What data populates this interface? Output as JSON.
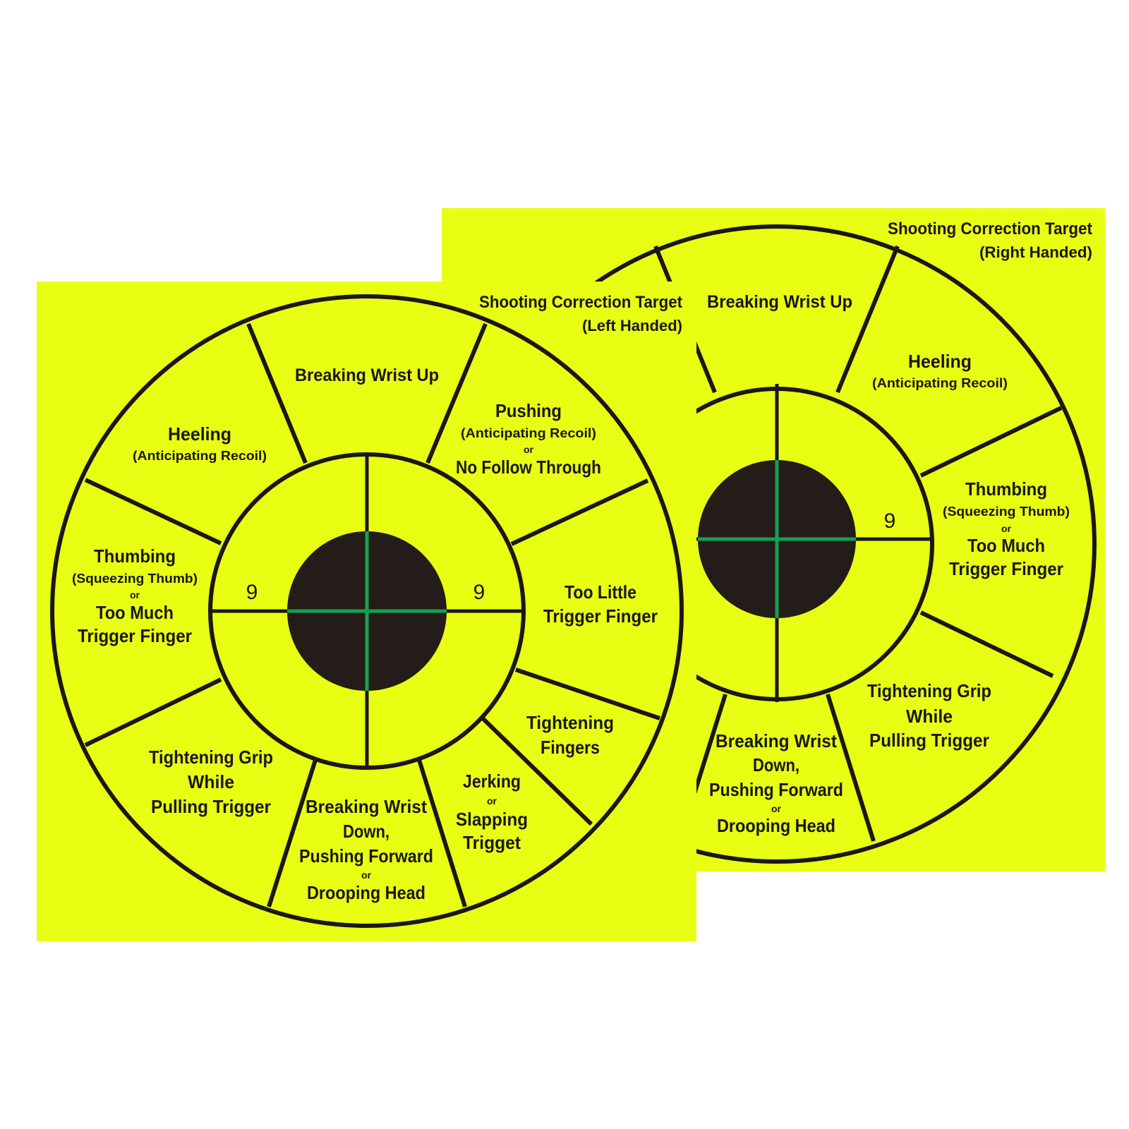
{
  "colors": {
    "sheet": "#e8ff14",
    "line": "#1a1714",
    "bullseye": "#231c19",
    "cross": "#14a050",
    "background": "#ffffff"
  },
  "left_target": {
    "title": "Shooting Correction Target",
    "subtitle": "(Left Handed)",
    "ring_number_left": "9",
    "ring_number_right": "9",
    "sectors": {
      "top": [
        "Breaking Wrist Up"
      ],
      "upper_right": [
        "Pushing",
        "(Anticipating Recoil)",
        "or",
        "No Follow Through"
      ],
      "right": [
        "Too Little",
        "Trigger Finger"
      ],
      "lower_right": [
        "Tightening",
        "Fingers"
      ],
      "bottom_right": [
        "Jerking",
        "or",
        "Slapping",
        "Trigget"
      ],
      "bottom": [
        "Breaking Wrist",
        "Down,",
        "Pushing Forward",
        "or",
        "Drooping Head"
      ],
      "lower_left": [
        "Tightening Grip",
        "While",
        "Pulling Trigger"
      ],
      "left": [
        "Thumbing",
        "(Squeezing Thumb)",
        "or",
        "Too Much",
        "Trigger Finger"
      ],
      "upper_left": [
        "Heeling",
        "(Anticipating Recoil)"
      ]
    }
  },
  "right_target": {
    "title": "Shooting Correction Target",
    "subtitle": "(Right Handed)",
    "ring_number_right": "9",
    "sectors": {
      "top": [
        "Breaking Wrist Up"
      ],
      "upper_right": [
        "Heeling",
        "(Anticipating Recoil)"
      ],
      "right": [
        "Thumbing",
        "(Squeezing Thumb)",
        "or",
        "Too Much",
        "Trigger Finger"
      ],
      "lower_right": [
        "Tightening Grip",
        "While",
        "Pulling Trigger"
      ],
      "bottom": [
        "Breaking Wrist",
        "Down,",
        "Pushing Forward",
        "or",
        "Drooping Head"
      ]
    }
  }
}
